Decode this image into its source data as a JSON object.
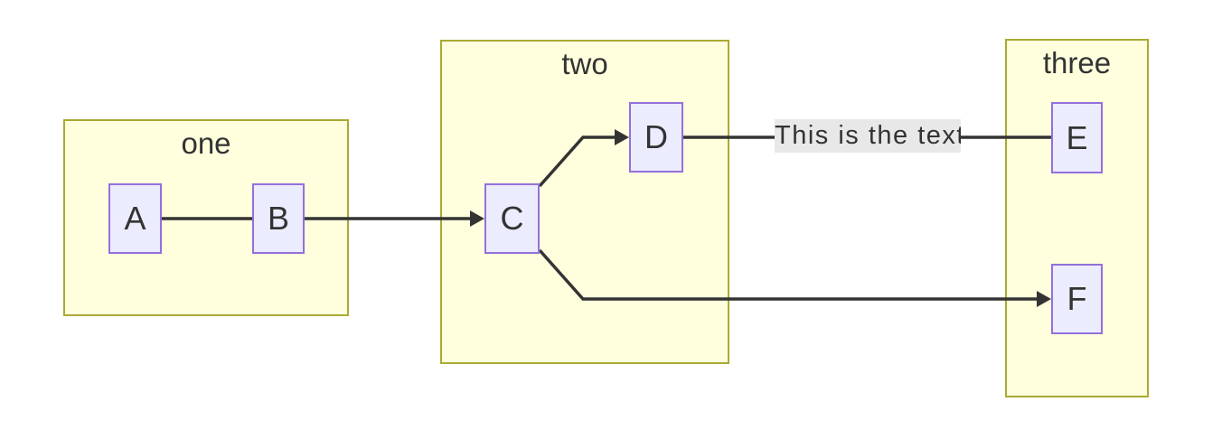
{
  "diagram": {
    "type": "flowchart",
    "direction": "LR",
    "subgraphs": [
      {
        "id": "one",
        "title": "one",
        "nodes": [
          "A",
          "B"
        ]
      },
      {
        "id": "two",
        "title": "two",
        "nodes": [
          "C",
          "D"
        ]
      },
      {
        "id": "three",
        "title": "three",
        "nodes": [
          "E",
          "F"
        ]
      }
    ],
    "nodes": [
      {
        "id": "A",
        "label": "A"
      },
      {
        "id": "B",
        "label": "B"
      },
      {
        "id": "C",
        "label": "C"
      },
      {
        "id": "D",
        "label": "D"
      },
      {
        "id": "E",
        "label": "E"
      },
      {
        "id": "F",
        "label": "F"
      }
    ],
    "edges": [
      {
        "from": "A",
        "to": "B",
        "arrow": false,
        "label": ""
      },
      {
        "from": "B",
        "to": "C",
        "arrow": true,
        "label": ""
      },
      {
        "from": "C",
        "to": "D",
        "arrow": true,
        "label": ""
      },
      {
        "from": "D",
        "to": "E",
        "arrow": false,
        "label": "This is the text"
      },
      {
        "from": "C",
        "to": "F",
        "arrow": true,
        "label": ""
      }
    ],
    "colors": {
      "canvas_bg": "#ffffff",
      "subgraph_fill": "#ffffde",
      "subgraph_border": "#aaaa33",
      "node_fill": "#ececff",
      "node_border": "#9370db",
      "edge_stroke": "#333333",
      "text": "#333333",
      "edge_label_bg": "#e8e8e8"
    }
  }
}
